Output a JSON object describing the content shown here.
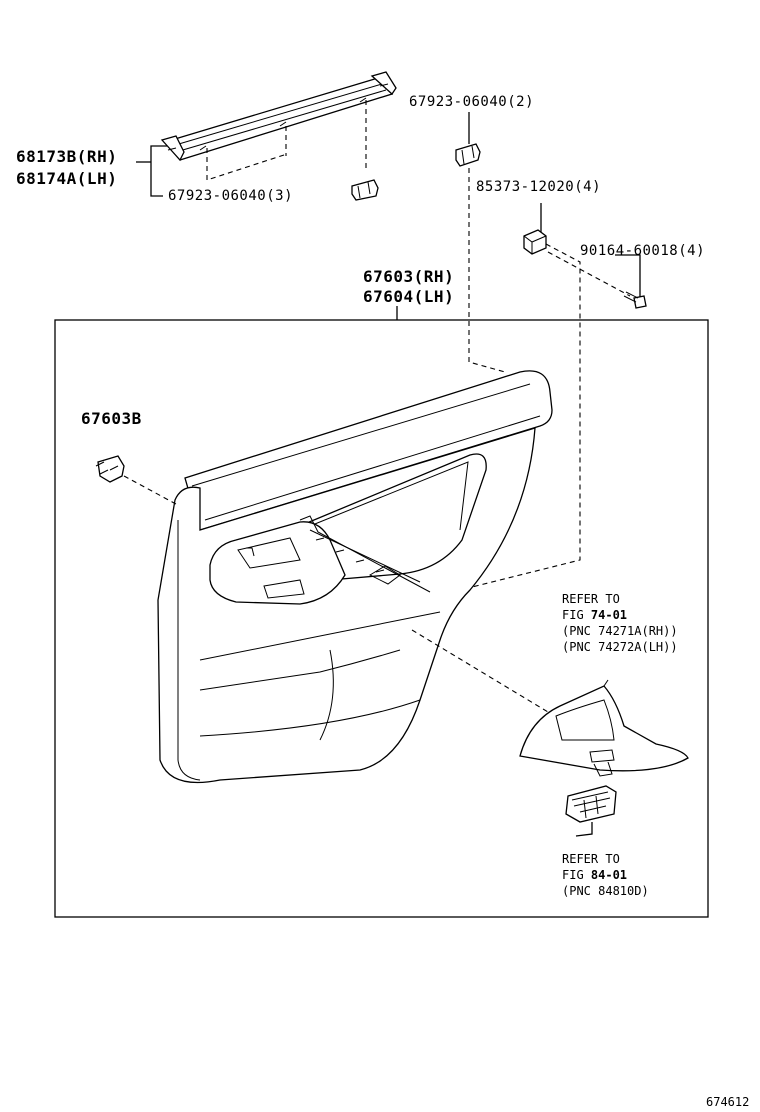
{
  "labels": {
    "weatherstrip_rh": "68173B(RH)",
    "weatherstrip_lh": "68174A(LH)",
    "clip_bottom": "67923-06040(3)",
    "clip_top": "67923-06040(2)",
    "nut": "85373-12020(4)",
    "screw": "90164-60018(4)",
    "board_rh": "67603(RH)",
    "board_lh": "67604(LH)",
    "board_clip": "67603B"
  },
  "refer_74": {
    "line1": "REFER TO",
    "fig_prefix": "FIG ",
    "fig_num": "74-01",
    "pnc_rh": "(PNC 74271A(RH))",
    "pnc_lh": "(PNC 74272A(LH))"
  },
  "refer_84": {
    "line1": "REFER TO",
    "fig_prefix": "FIG ",
    "fig_num": "84-01",
    "pnc": "(PNC 84810D)"
  },
  "diagram_id": "674612"
}
